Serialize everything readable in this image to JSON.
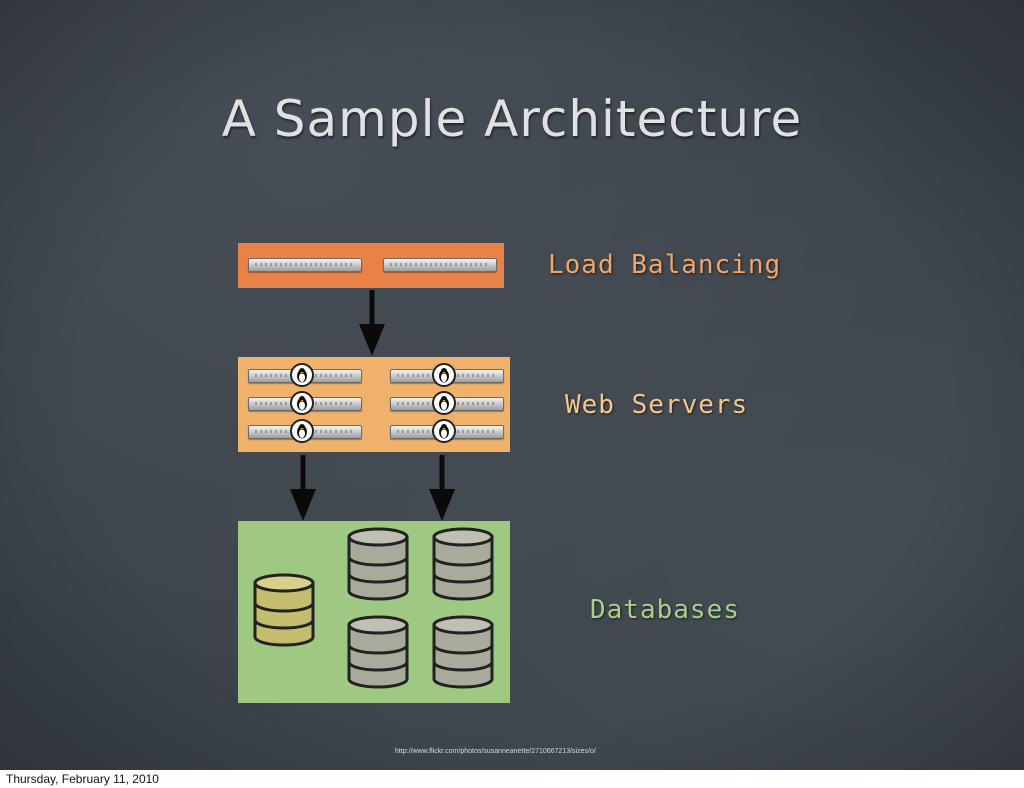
{
  "slide": {
    "title": "A Sample Architecture",
    "tiers": {
      "load_balancing": "Load Balancing",
      "web_servers": "Web Servers",
      "databases": "Databases"
    },
    "credit_url": "http://www.flickr.com/photos/susanneanette/2710667213/sizes/o/"
  },
  "footer": {
    "date": "Thursday, February 11, 2010"
  },
  "colors": {
    "background": "#3d444c",
    "load_balancing": "#ea8146",
    "web_servers": "#f0b16b",
    "databases": "#9fc882",
    "primary_db": "#c4bd6e",
    "replica_db": "#a8aa9c"
  },
  "icons": [
    "server-rack-icon",
    "linux-penguin-icon",
    "down-arrow-icon",
    "database-cylinder-icon"
  ]
}
